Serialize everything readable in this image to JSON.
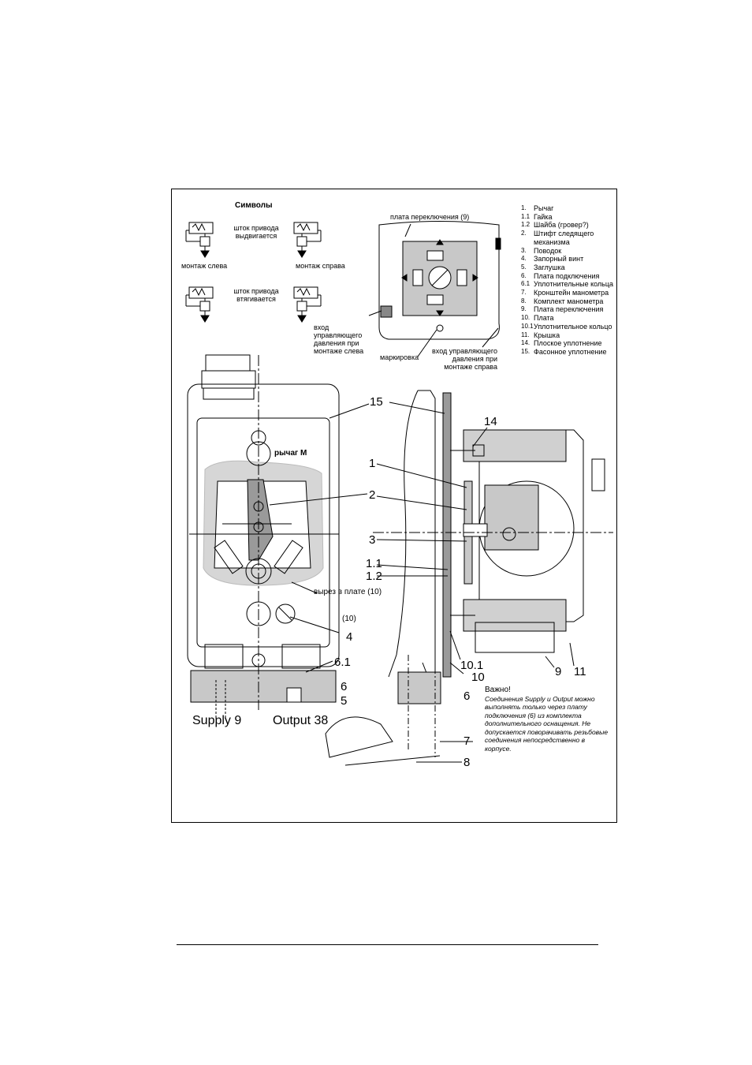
{
  "symbols": {
    "title": "Символы",
    "extends": "шток привода выдвигается",
    "retracts": "шток привода втягивается",
    "mount_left": "монтаж слева",
    "mount_right": "монтаж справа"
  },
  "switch_plate": {
    "title": "плата переключения (9)",
    "inlet_left": "вход управляющего давления при монтаже слева",
    "marking": "маркировка",
    "inlet_right": "вход управляющего давления при монтаже справа"
  },
  "legend": [
    {
      "num": "1.",
      "label": "Рычаг"
    },
    {
      "num": "1.1",
      "label": "Гайка"
    },
    {
      "num": "1.2",
      "label": "Шайба (гровер?)"
    },
    {
      "num": "2.",
      "label": "Штифт следящего механизма"
    },
    {
      "num": "3.",
      "label": "Поводок"
    },
    {
      "num": "4.",
      "label": "Запорный винт"
    },
    {
      "num": "5.",
      "label": "Заглушка"
    },
    {
      "num": "6.",
      "label": "Плата подключения"
    },
    {
      "num": "6.1",
      "label": "Уплотнительные кольца"
    },
    {
      "num": "7.",
      "label": "Кронштейн манометра"
    },
    {
      "num": "8.",
      "label": "Комплект манометра"
    },
    {
      "num": "9.",
      "label": "Плата переключения"
    },
    {
      "num": "10.",
      "label": "Плата"
    },
    {
      "num": "10.1",
      "label": "Уплотнительное кольцо"
    },
    {
      "num": "11.",
      "label": "Крышка"
    },
    {
      "num": "14.",
      "label": "Плоское уплотнение"
    },
    {
      "num": "15.",
      "label": "Фасонное уплотнение"
    }
  ],
  "front_view": {
    "lever_label": "рычаг М",
    "cutout_label": "вырез в плате (10)",
    "ref10": "(10)",
    "supply": "Supply 9",
    "output": "Output 38"
  },
  "callouts": {
    "c15": "15",
    "c14": "14",
    "c1": "1",
    "c2": "2",
    "c3": "3",
    "c1_1": "1.1",
    "c1_2": "1.2",
    "c4": "4",
    "c6_1": "6.1",
    "c6a": "6",
    "c5": "5",
    "c10_1": "10.1",
    "c10": "10",
    "c9": "9",
    "c11": "11",
    "c6b": "6",
    "c7": "7",
    "c8": "8"
  },
  "note": {
    "head": "Важно!",
    "body": "Соединения Supply и Output можно выполнять только через плату подключения (6) из комплекта дополнительного оснащения. Не допускается поворачивать резьбовые соединения непосредственно в корпусе."
  }
}
